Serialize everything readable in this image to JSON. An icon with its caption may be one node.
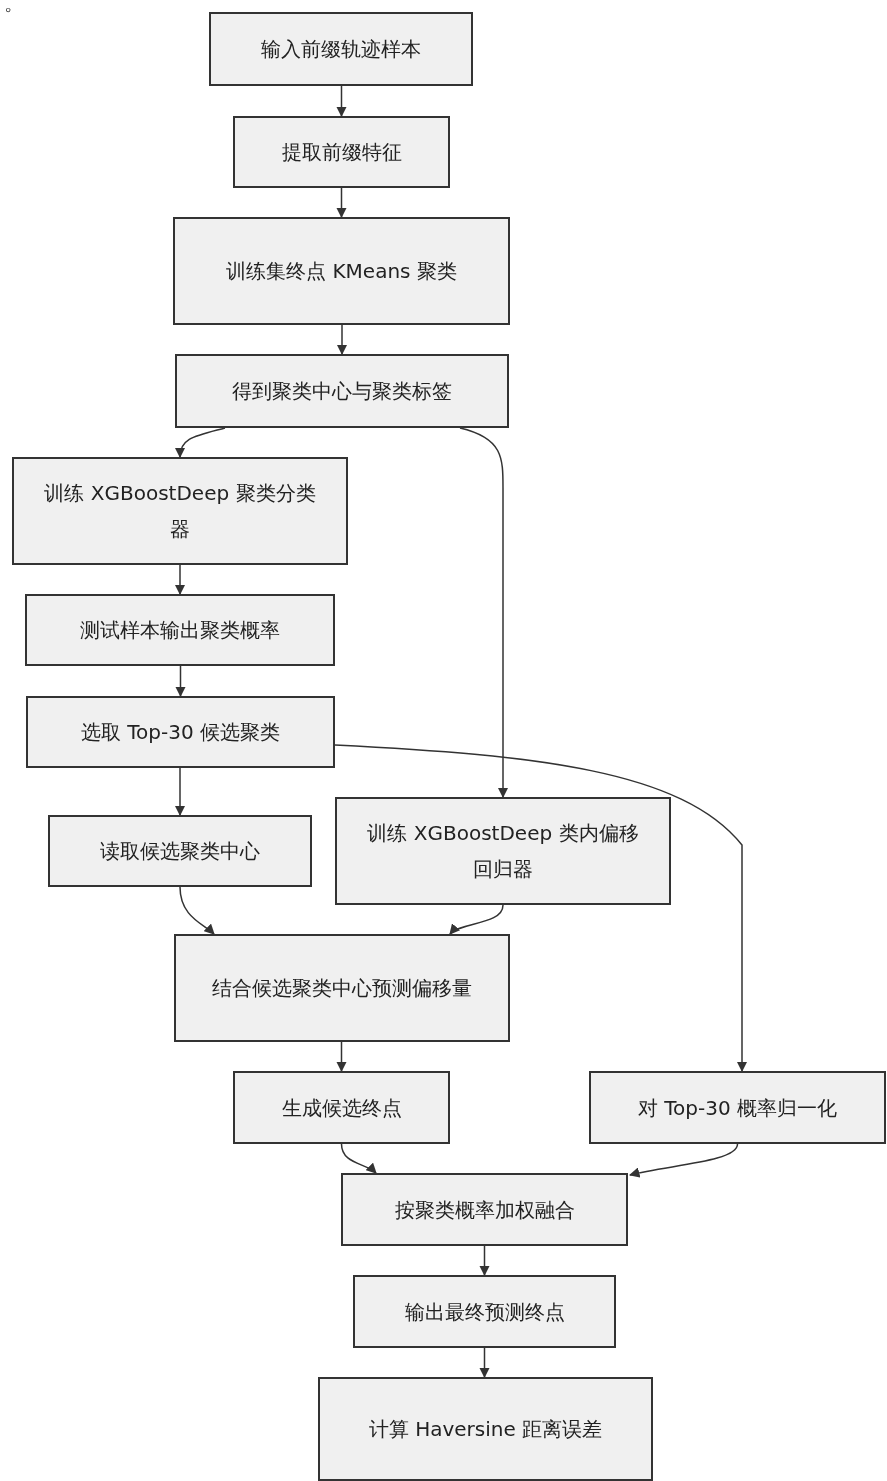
{
  "diagram": {
    "nodes": [
      {
        "text": [
          "输入前缀轨迹样本"
        ]
      },
      {
        "text": [
          "提取前缀特征"
        ]
      },
      {
        "text": [
          "训练集终点 KMeans 聚类"
        ]
      },
      {
        "text": [
          "得到聚类中心与聚类标签"
        ]
      },
      {
        "text": [
          "训练 XGBoostDeep 聚类分类器"
        ]
      },
      {
        "text": [
          "测试样本输出聚类概率"
        ]
      },
      {
        "text": [
          "选取 Top-30 候选聚类"
        ]
      },
      {
        "text": [
          "读取候选聚类中心"
        ]
      },
      {
        "text": [
          "训练 XGBoostDeep 类内偏移回归器"
        ]
      },
      {
        "text": [
          "结合候选聚类中心预测偏移量"
        ]
      },
      {
        "text": [
          "生成候选终点"
        ]
      },
      {
        "text": [
          "对 Top-30 概率归一化"
        ]
      },
      {
        "text": [
          "按聚类概率加权融合"
        ]
      },
      {
        "text": [
          "输出最终预测终点"
        ]
      },
      {
        "text": [
          "计算 Haversine 距离误差"
        ]
      }
    ],
    "edges": [
      {
        "from": 0,
        "to": 1,
        "arrow": "to"
      },
      {
        "from": 1,
        "to": 2,
        "arrow": "to"
      },
      {
        "from": 2,
        "to": 3,
        "arrow": "to"
      },
      {
        "from": 3,
        "to": 4,
        "arrow": "to"
      },
      {
        "from": 3,
        "to": 8,
        "arrow": "to"
      },
      {
        "from": 4,
        "to": 5,
        "arrow": "to"
      },
      {
        "from": 5,
        "to": 6,
        "arrow": "to"
      },
      {
        "from": 6,
        "to": 7,
        "arrow": "to"
      },
      {
        "from": 6,
        "to": 11,
        "arrow": "to"
      },
      {
        "from": 7,
        "to": 9,
        "arrow": "to"
      },
      {
        "from": 8,
        "to": 9,
        "arrow": "to"
      },
      {
        "from": 9,
        "to": 10,
        "arrow": "to"
      },
      {
        "from": 10,
        "to": 12,
        "arrow": "to"
      },
      {
        "from": 11,
        "to": 12,
        "arrow": "to"
      },
      {
        "from": 12,
        "to": 13,
        "arrow": "to"
      },
      {
        "from": 13,
        "to": 14,
        "arrow": "to"
      }
    ],
    "labels": [
      "。"
    ]
  }
}
